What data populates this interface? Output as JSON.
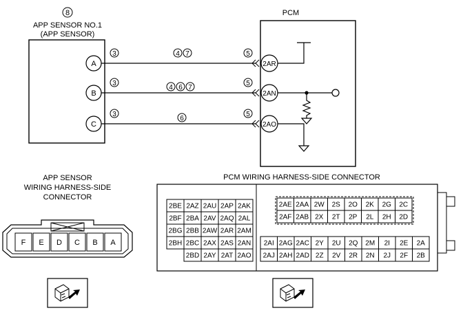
{
  "sensor": {
    "number_mark": "8",
    "title_line1": "APP SENSOR NO.1",
    "title_line2": "(APP SENSOR)",
    "terminals": [
      "A",
      "B",
      "C"
    ]
  },
  "pcm": {
    "title": "PCM",
    "terminals": [
      "2AR",
      "2AN",
      "2AO"
    ]
  },
  "wires": [
    {
      "left_note": [
        "3"
      ],
      "mid_notes": [
        "4",
        "7"
      ],
      "right_note": [
        "5"
      ]
    },
    {
      "left_note": [
        "3"
      ],
      "mid_notes": [
        "4",
        "6",
        "7"
      ],
      "right_note": [
        "5"
      ]
    },
    {
      "left_note": [
        "3"
      ],
      "mid_notes": [
        "6"
      ],
      "right_note": [
        "5"
      ]
    }
  ],
  "sensor_connector": {
    "title_line1": "APP SENSOR",
    "title_line2": "WIRING HARNESS-SIDE",
    "title_line3": "CONNECTOR",
    "pins": [
      "F",
      "E",
      "D",
      "C",
      "B",
      "A"
    ]
  },
  "pcm_connector": {
    "title": "PCM WIRING HARNESS-SIDE CONNECTOR",
    "left_block": [
      [
        "2BE",
        "2AZ",
        "2AU",
        "2AP",
        "2AK"
      ],
      [
        "2BF",
        "2BA",
        "2AV",
        "2AQ",
        "2AL"
      ],
      [
        "2BG",
        "2BB",
        "2AW",
        "2AR",
        "2AM"
      ],
      [
        "2BH",
        "2BC",
        "2AX",
        "2AS",
        "2AN"
      ],
      [
        "",
        "2BD",
        "2AY",
        "2AT",
        "2AO"
      ]
    ],
    "right_top": [
      [
        "2AE",
        "2AA",
        "2W",
        "2S",
        "2O",
        "2K",
        "2G",
        "2C"
      ],
      [
        "2AF",
        "2AB",
        "2X",
        "2T",
        "2P",
        "2L",
        "2H",
        "2D"
      ]
    ],
    "right_bottom": [
      [
        "2AI",
        "2AG",
        "2AC",
        "2Y",
        "2U",
        "2Q",
        "2M",
        "2I",
        "2E",
        "2A"
      ],
      [
        "2AJ",
        "2AH",
        "2AD",
        "2Z",
        "2V",
        "2R",
        "2N",
        "2J",
        "2F",
        "2B"
      ]
    ]
  }
}
